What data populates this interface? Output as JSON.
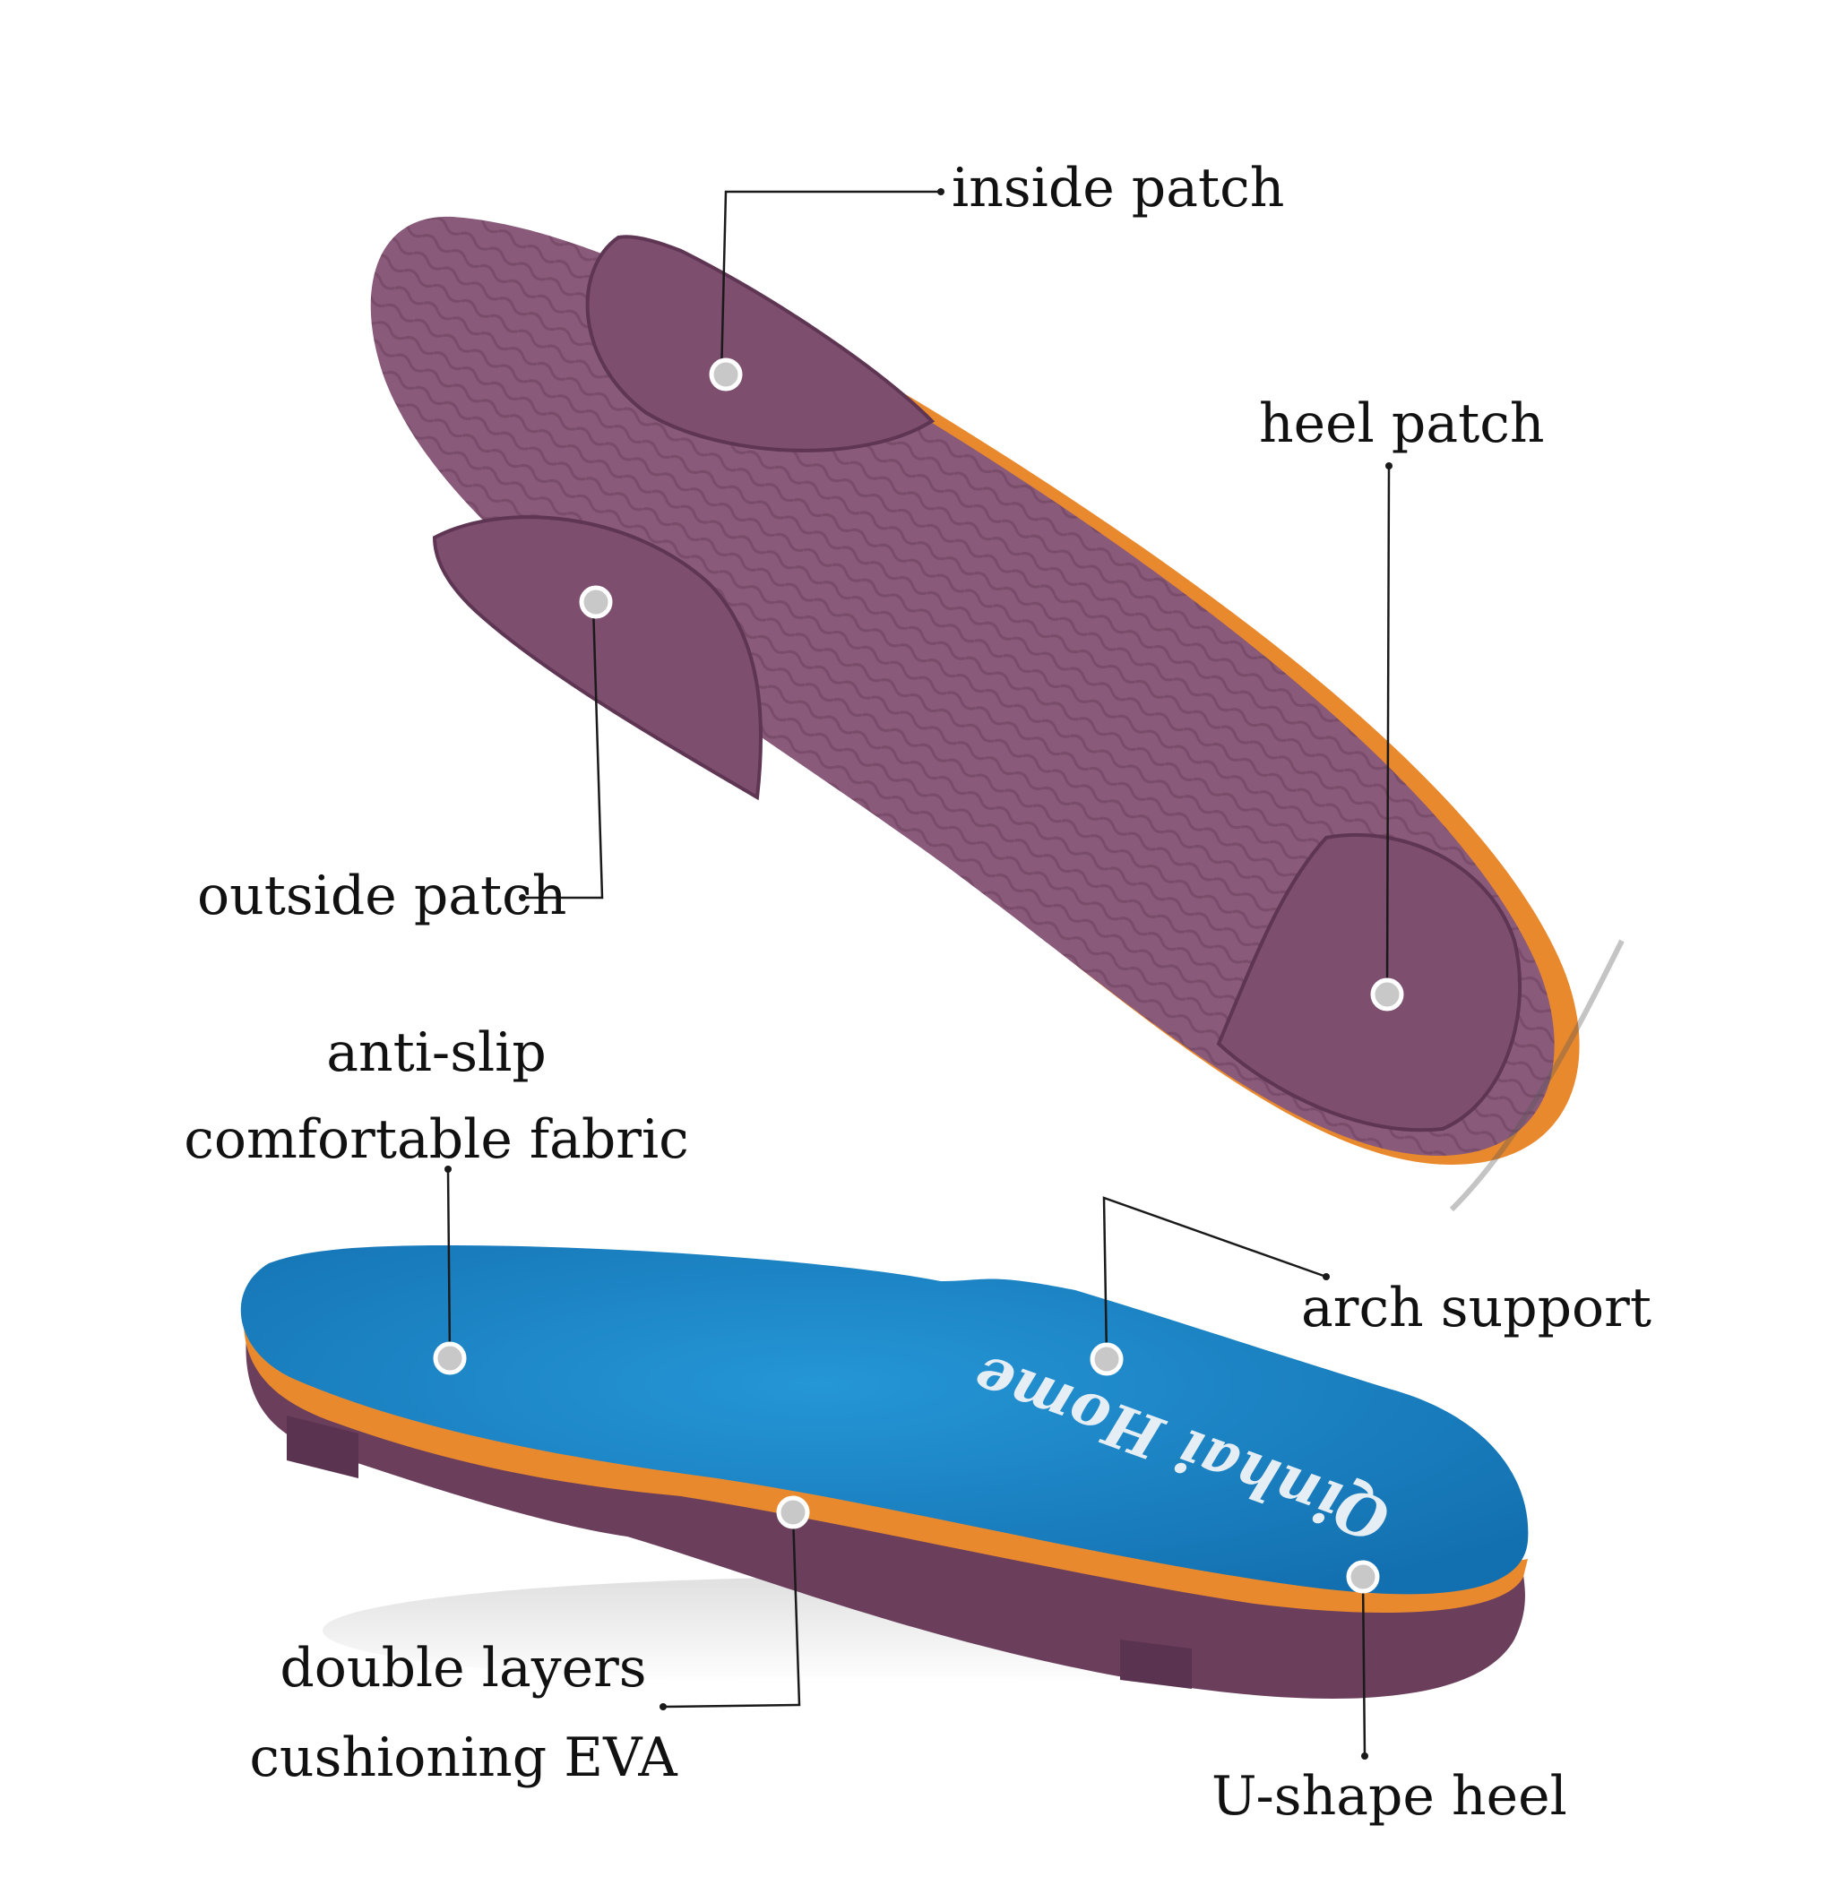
{
  "colors": {
    "background": "#ffffff",
    "bottom_sole": "#8a5a7a",
    "bottom_sole_dark": "#6b3f5c",
    "top_fabric": "#1a86c8",
    "top_fabric_dark": "#1368a6",
    "orange_layer": "#e9892e",
    "callout_line": "#1a1a1a",
    "marker_dot": "#c8c8c8"
  },
  "brand": {
    "text": "Qinhai Home"
  },
  "labels": {
    "inside_patch": "inside patch",
    "heel_patch": "heel patch",
    "outside_patch": "outside patch",
    "anti_slip": "anti-slip",
    "comfortable_fabric": "comfortable fabric",
    "arch_support": "arch support",
    "double_layers": "double layers",
    "cushioning_eva": "cushioning EVA",
    "u_shape_heel": "U-shape heel"
  }
}
